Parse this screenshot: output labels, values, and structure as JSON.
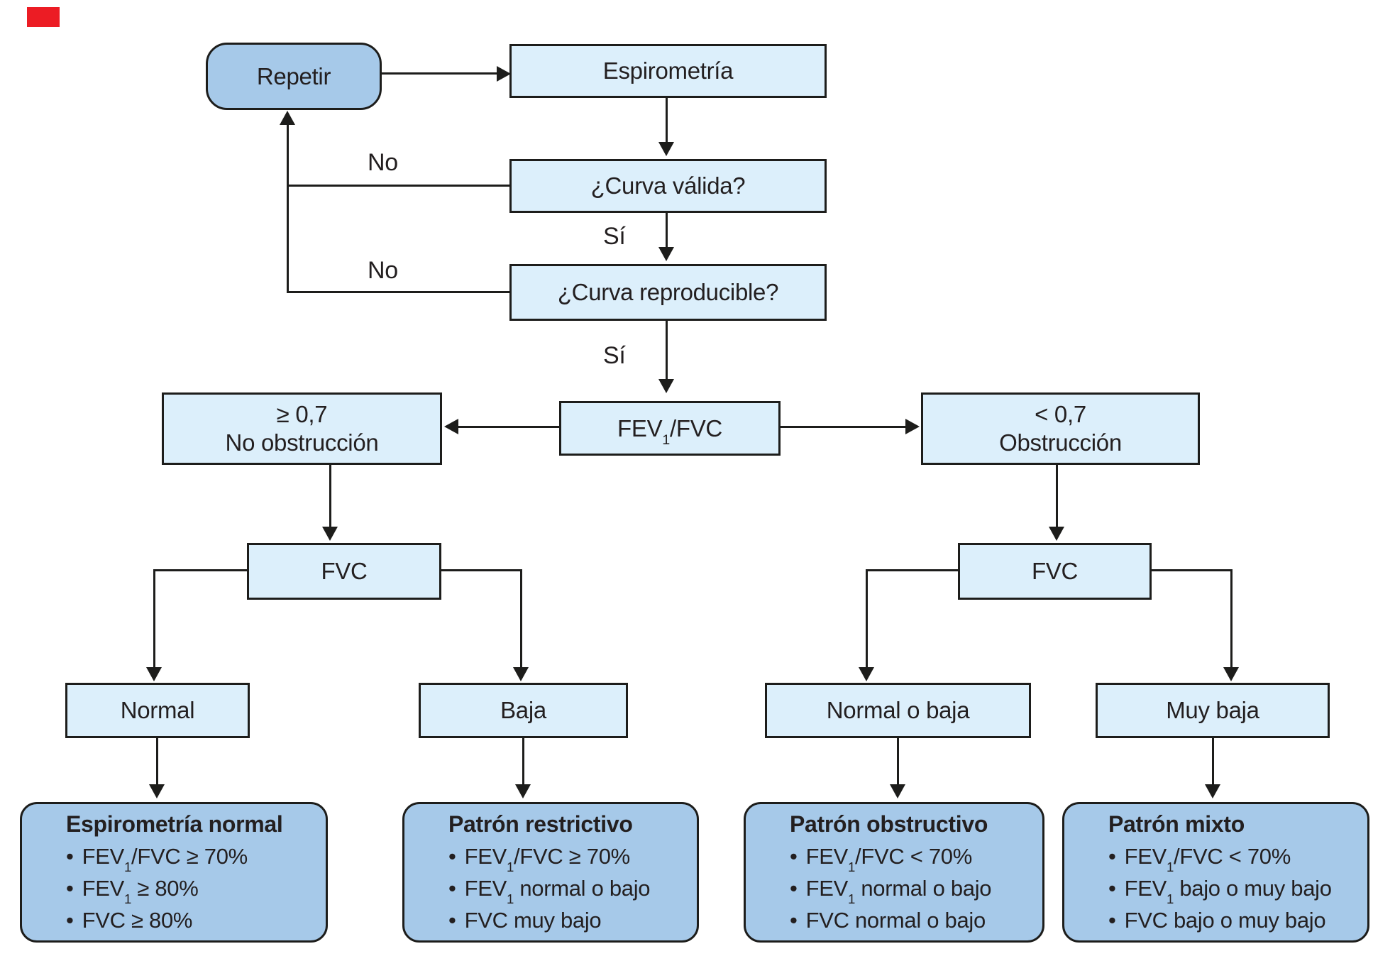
{
  "colors": {
    "background": "#ffffff",
    "light_box_fill": "#dceffb",
    "dark_box_fill": "#a6c9e9",
    "border": "#1d1d1b",
    "text": "#231f20",
    "corner_marker_red": "#ec1c24"
  },
  "bullet_char": "•",
  "nodes": {
    "repetir": {
      "label": "Repetir"
    },
    "espirometria": {
      "label": "Espirometría"
    },
    "curva_valida": {
      "label": "¿Curva válida?"
    },
    "curva_reproducible": {
      "label": "¿Curva reproducible?"
    },
    "fev1_fvc": {
      "pre": "FEV",
      "sub": "1",
      "post": "/FVC"
    },
    "no_obstruccion": {
      "line1": "≥ 0,7",
      "line2": "No obstrucción"
    },
    "obstruccion": {
      "line1": "< 0,7",
      "line2": "Obstrucción"
    },
    "fvc_left": {
      "label": "FVC"
    },
    "fvc_right": {
      "label": "FVC"
    },
    "normal": {
      "label": "Normal"
    },
    "baja": {
      "label": "Baja"
    },
    "normal_o_baja": {
      "label": "Normal o baja"
    },
    "muy_baja": {
      "label": "Muy baja"
    }
  },
  "edge_labels": {
    "no_curva_valida": "No",
    "no_curva_reproducible": "No",
    "si_curva_valida": "Sí",
    "si_curva_reproducible": "Sí"
  },
  "results": [
    {
      "title": "Espirometría normal",
      "bullets": [
        {
          "pre": "FEV",
          "sub": "1",
          "post": "/FVC ≥ 70%"
        },
        {
          "pre": "FEV",
          "sub": "1",
          "post": " ≥ 80%"
        },
        {
          "pre": "FVC ≥ 80%",
          "sub": "",
          "post": ""
        }
      ]
    },
    {
      "title": "Patrón restrictivo",
      "bullets": [
        {
          "pre": "FEV",
          "sub": "1",
          "post": "/FVC ≥ 70%"
        },
        {
          "pre": "FEV",
          "sub": "1",
          "post": " normal o bajo"
        },
        {
          "pre": "FVC muy bajo",
          "sub": "",
          "post": ""
        }
      ]
    },
    {
      "title": "Patrón obstructivo",
      "bullets": [
        {
          "pre": "FEV",
          "sub": "1",
          "post": "/FVC < 70%"
        },
        {
          "pre": "FEV",
          "sub": "1",
          "post": " normal o bajo"
        },
        {
          "pre": "FVC normal o bajo",
          "sub": "",
          "post": ""
        }
      ]
    },
    {
      "title": "Patrón mixto",
      "bullets": [
        {
          "pre": "FEV",
          "sub": "1",
          "post": "/FVC < 70%"
        },
        {
          "pre": "FEV",
          "sub": "1",
          "post": " bajo o muy bajo"
        },
        {
          "pre": "FVC bajo o muy bajo",
          "sub": "",
          "post": ""
        }
      ]
    }
  ]
}
